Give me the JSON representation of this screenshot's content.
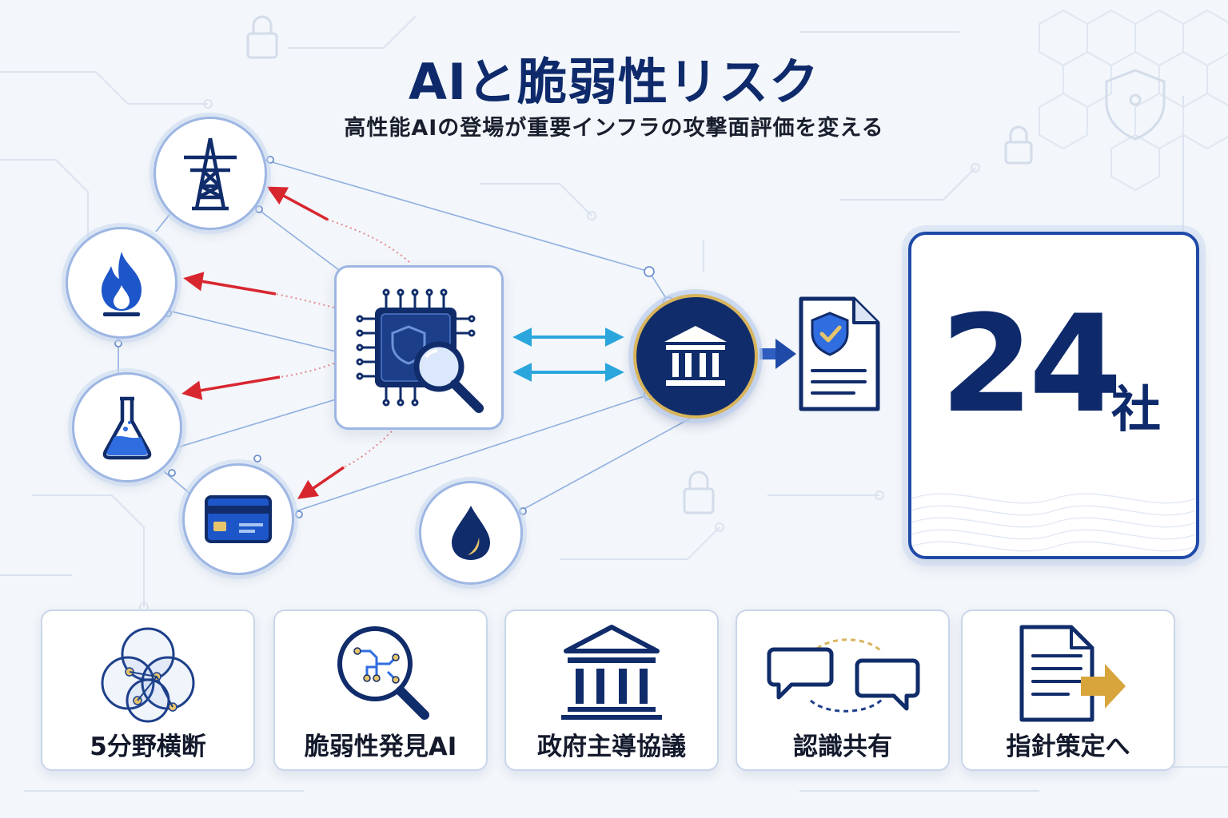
{
  "header": {
    "title": "AIと脆弱性リスク",
    "subtitle": "高性能AIの登場が重要インフラの攻撃面評価を変える"
  },
  "count": {
    "value": "24",
    "unit": "社"
  },
  "sectors": [
    {
      "id": "power",
      "icon": "power-tower-icon"
    },
    {
      "id": "gas",
      "icon": "flame-icon"
    },
    {
      "id": "chemical",
      "icon": "flask-icon"
    },
    {
      "id": "finance",
      "icon": "credit-card-icon"
    },
    {
      "id": "oil",
      "icon": "oil-drop-icon"
    }
  ],
  "cards": [
    {
      "label": "5分野横断",
      "icon": "overlapping-circles-icon"
    },
    {
      "label": "脆弱性発見AI",
      "icon": "ai-magnifier-icon"
    },
    {
      "label": "政府主導協議",
      "icon": "government-building-icon"
    },
    {
      "label": "認識共有",
      "icon": "speech-bubbles-icon"
    },
    {
      "label": "指針策定へ",
      "icon": "document-arrow-icon"
    }
  ],
  "colors": {
    "navy": "#0e2a6b",
    "attack_red": "#d8262f",
    "exchange_cyan": "#2aa6dc",
    "gold": "#d8b45c",
    "line_blue": "#8fb0e0"
  }
}
